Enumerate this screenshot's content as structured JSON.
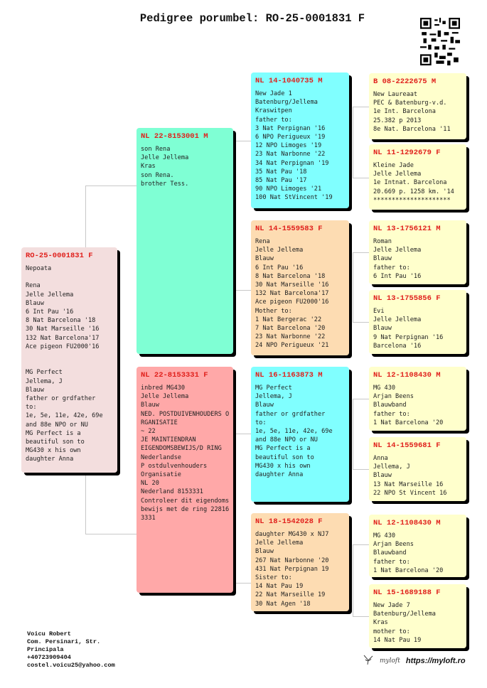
{
  "title": "Pedigree porumbel: RO-25-0001831 F",
  "subject": {
    "ring": "RO-25-0001831 F",
    "notes": "Nepoata\n\nRena\nJelle Jellema\nBlauw\n6 Int Pau '16\n8 Nat Barcelona '18\n30 Nat Marseille '16\n132 Nat Barcelona'17\nAce pigeon FU2000'16\n\n\nMG Perfect\nJellema, J\nBlauw\nfather or grdfather\nto:\n1e, 5e, 11e, 42e, 69e\nand 88e NPO or NU\nMG Perfect is a\nbeautiful son to\nMG430 x his own\ndaughter Anna"
  },
  "sire": {
    "ring": "NL 22-8153001 M",
    "notes": "son Rena\nJelle Jellema\nKras\nson Rena.\nbrother Tess."
  },
  "dam": {
    "ring": "NL 22-8153331 F",
    "notes": "inbred MG430\nJelle Jellema\nBlauw\nNED. POSTDUIVENHOUDERS O\nRGANISATIE\n~ 22\nJE MAINTIENDRAN\nEIGENDOMSBEWIJS/D RING\nNederlandse\nP ostdulvenhouders\nOrganisatie\nNL 20\nNederland 8153331\nControleer dit eigendoms\nbewijs met de ring 22816\n3331"
  },
  "ss": {
    "ring": "NL 14-1040735 M",
    "notes": "New Jade 1\nBatenburg/Jellema\nKraswitpen\nfather to:\n3 Nat Perpignan '16\n6 NPO Perigueux '19\n12 NPO Limoges '19\n23 Nat Narbonne '22\n34 Nat Perpignan '19\n35 Nat Pau '18\n85 Nat Pau '17\n90 NPO Limoges '21\n100 Nat StVincent '19"
  },
  "sd": {
    "ring": "NL 14-1559583 F",
    "notes": "Rena\nJelle Jellema\nBlauw\n6 Int Pau '16\n8 Nat Barcelona '18\n30 Nat Marseille '16\n132 Nat Barcelona'17\nAce pigeon FU2000'16\nMother to:\n1 Nat Bergerac '22\n7 Nat Barcelona '20\n23 Nat Narbonne '22\n24 NPO Perigueux '21"
  },
  "ds": {
    "ring": "NL 16-1163873 M",
    "notes": "MG Perfect\nJellema, J\nBlauw\nfather or grdfather\nto:\n1e, 5e, 11e, 42e, 69e\nand 88e NPO or NU\nMG Perfect is a\nbeautiful son to\nMG430 x his own\ndaughter Anna"
  },
  "dd": {
    "ring": "NL 18-1542028 F",
    "notes": "daughter MG430 x NJ7\nJelle Jellema\nBlauw\n267 Nat Narbonne '20\n431 Nat Perpignan 19\nSister to:\n14 Nat Pau 19\n22 Nat Marseille 19\n30 Nat Agen '18"
  },
  "sss": {
    "ring": "B 08-2222675 M",
    "notes": "New Laureaat\nPEC & Batenburg-v.d.\n1e Int. Barcelona\n25.382 p 2013\n8e Nat. Barcelona '11"
  },
  "ssd": {
    "ring": "NL 11-1292679 F",
    "notes": "Kleine Jade\nJelle Jellema\n1e Intnat. Barcelona\n20.669 p. 1258 km. '14\n*********************"
  },
  "sds": {
    "ring": "NL 13-1756121 M",
    "notes": "Roman\nJelle Jellema\nBlauw\nfather to:\n6 Int Pau '16"
  },
  "sdd": {
    "ring": "NL 13-1755856 F",
    "notes": "Evi\nJelle Jellema\nBlauw\n9 Nat Perpignan '16\nBarcelona '16"
  },
  "dss": {
    "ring": "NL 12-1108430 M",
    "notes": "MG 430\nArjan Beens\nBlauwband\nfather to:\n1 Nat Barcelona '20"
  },
  "dsd": {
    "ring": "NL 14-1559681 F",
    "notes": "Anna\nJellema, J\nBlauw\n13 Nat Marseille 16\n22 NPO St Vincent 16"
  },
  "dds": {
    "ring": "NL 12-1108430 M",
    "notes": "MG 430\nArjan Beens\nBlauwband\nfather to:\n1 Nat Barcelona '20"
  },
  "ddd": {
    "ring": "NL 15-1689188 F",
    "notes": "New Jade 7\nBatenburg/Jellema\nKras\nmother to:\n14 Nat Pau 19"
  },
  "owner": {
    "text": "Voicu Robert\nCom. Persinari, Str.\nPrincipala\n+40723909404\ncostel.voicu25@yahoo.com"
  },
  "brand": {
    "logo": "myloft",
    "url": "https://myloft.ro"
  }
}
